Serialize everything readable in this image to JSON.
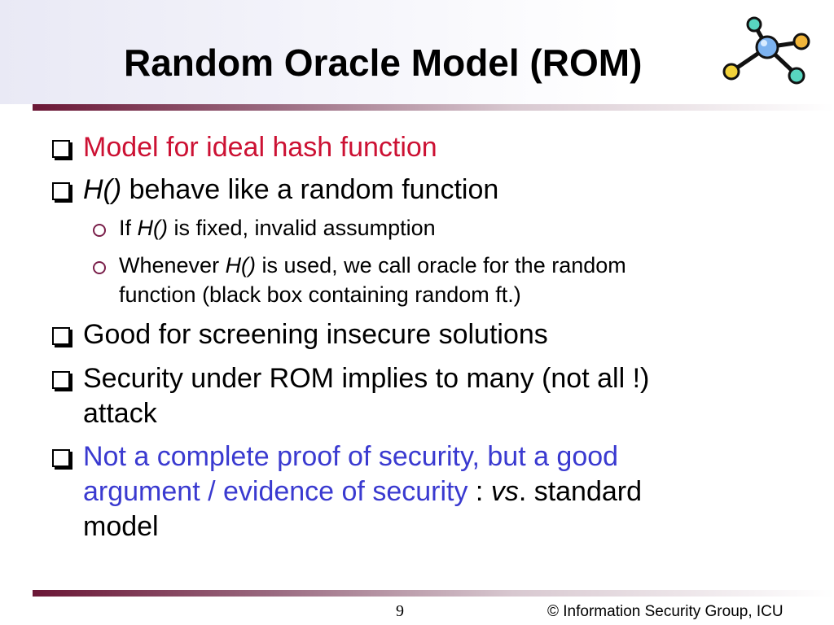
{
  "slide": {
    "title": "Random Oracle Model (ROM)",
    "bullets": [
      {
        "text": "Model for ideal hash  function"
      },
      {
        "emphasis": "H()",
        "text": " behave like a random function"
      },
      {
        "sub_prefix": "If ",
        "emphasis": "H()",
        "text": " is fixed, invalid assumption"
      },
      {
        "sub_prefix": "Whenever ",
        "emphasis": "H()",
        "text_line1": " is used, we call oracle for the random",
        "text_line2": "function (black box containing random ft.)"
      },
      {
        "text": "Good for screening insecure solutions"
      },
      {
        "text_line1": "Security under ROM implies to many (not all !)",
        "text_line2": "attack"
      },
      {
        "blue_line1": "Not a complete proof of security,  but a good",
        "blue_line2": "argument / evidence of security",
        "sep": " : ",
        "emphasis": "vs",
        "tail": ". standard",
        "text_line3": "model"
      }
    ]
  },
  "footer": {
    "page_number": "9",
    "copyright": "© Information Security Group, ICU"
  },
  "colors": {
    "title_text": "#000000",
    "red_text": "#cc1133",
    "blue_text": "#3a3ad0",
    "rule": "#6b1736",
    "sub_bullet": "#7a1f4a"
  },
  "icons": {
    "logo": "molecule-icon",
    "main_bullet": "box-bullet-icon",
    "sub_bullet": "ring-bullet-icon"
  }
}
